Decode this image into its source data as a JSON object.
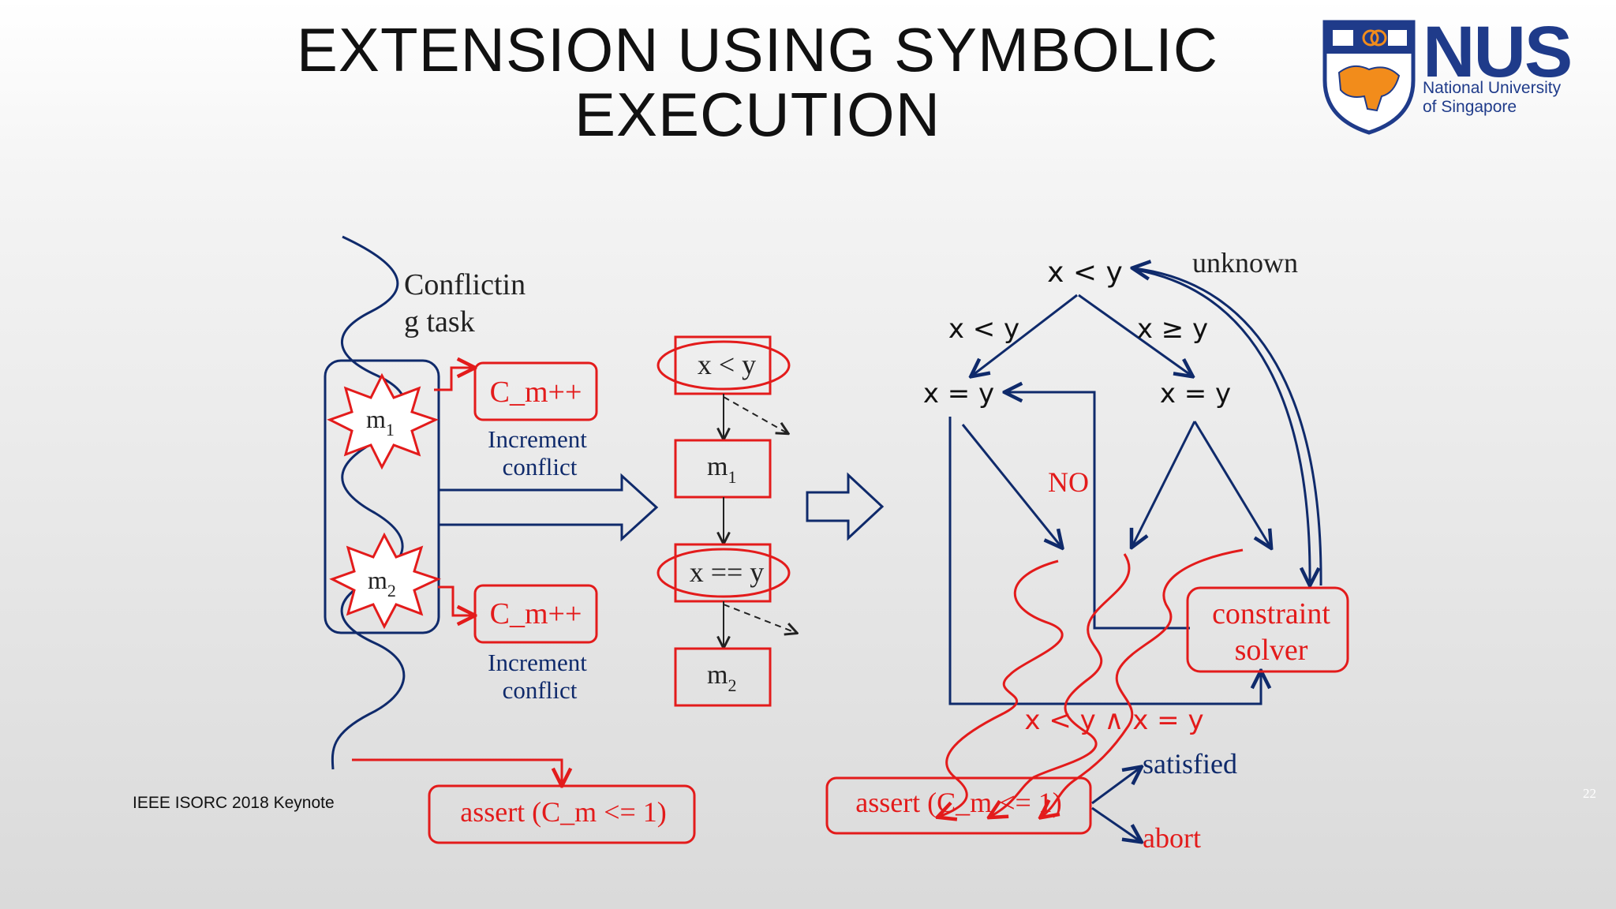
{
  "slide": {
    "title_line1": "EXTENSION USING SYMBOLIC",
    "title_line2": "EXECUTION",
    "footer": "IEEE ISORC 2018 Keynote",
    "page_number": "22"
  },
  "logo": {
    "name": "NUS",
    "subtitle_line1": "National University",
    "subtitle_line2": "of Singapore"
  },
  "left": {
    "thread_label_line1": "Conflictin",
    "thread_label_line2": "g task",
    "m1_main": "m",
    "m1_sub": "1",
    "m2_main": "m",
    "m2_sub": "2",
    "cm_box1": "C_m++",
    "cm_box2": "C_m++",
    "increment1_line1": "Increment",
    "increment1_line2": "conflict",
    "increment2_line1": "Increment",
    "increment2_line2": "conflict",
    "assert": "assert (C_m <= 1)"
  },
  "middle": {
    "cond1": "x < y",
    "m1_main": "m",
    "m1_sub": "1",
    "cond2": "x == y",
    "m2_main": "m",
    "m2_sub": "2"
  },
  "right": {
    "root": "x < y",
    "unknown": "unknown",
    "branch_left": "x < y",
    "branch_right": "x ≥ y",
    "node_left": "x = y",
    "node_right": "x = y",
    "no": "NO",
    "solver_line1": "constraint",
    "solver_line2": "solver",
    "path_constraint": "x < y ∧ x = y",
    "assert": "assert (C_m <= 1)",
    "satisfied": "satisfied",
    "abort": "abort"
  },
  "colors": {
    "navy": "#0f2a6b",
    "red": "#e31b1b",
    "title": "#111111"
  }
}
